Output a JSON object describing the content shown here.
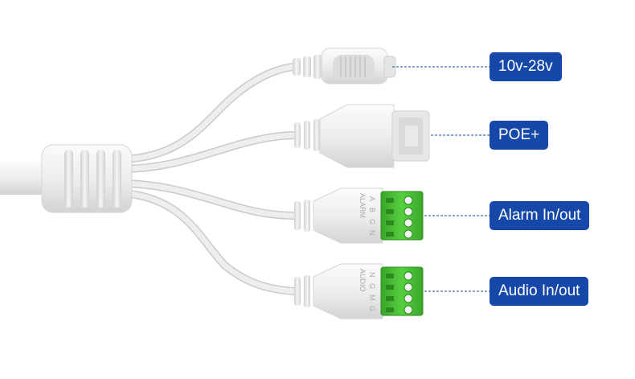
{
  "colors": {
    "label_bg": "#1548a8",
    "label_text": "#ffffff",
    "leader_line": "#1548a8",
    "cable": "#e9e9ea",
    "terminal_green": "#4cc235"
  },
  "connectors": [
    {
      "id": "power",
      "label": "10v-28v",
      "icon": "dc-power-jack-icon"
    },
    {
      "id": "poe",
      "label": "POE+",
      "icon": "rj45-ethernet-jack-icon"
    },
    {
      "id": "alarm",
      "label": "Alarm In/out",
      "icon": "terminal-block-icon",
      "block_title": "ALARM",
      "pins": [
        "A",
        "B",
        "G",
        "N"
      ]
    },
    {
      "id": "audio",
      "label": "Audio In/out",
      "icon": "terminal-block-icon",
      "block_title": "AUDIO",
      "pins": [
        "N",
        "G",
        "M",
        "G"
      ]
    }
  ]
}
